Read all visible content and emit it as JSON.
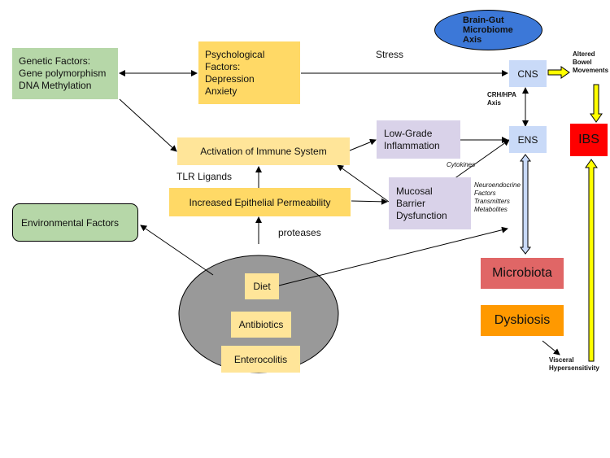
{
  "nodes": {
    "genetic": "Genetic Factors:\nGene polymorphism\nDNA Methylation",
    "psychological": "Psychological\nFactors:\nDepression\nAnxiety",
    "brain_gut": "Brain-Gut\nMicrobiome\nAxis",
    "cns": "CNS",
    "ens": "ENS",
    "ibs": "IBS",
    "immune": "Activation of Immune System",
    "low_grade": "Low-Grade\nInflammation",
    "epithelial": "Increased Epithelial Permeability",
    "mucosal": "Mucosal\nBarrier\nDysfunction",
    "environmental": "Environmental Factors",
    "microbiota": "Microbiota",
    "dysbiosis": "Dysbiosis",
    "diet": "Diet",
    "antibiotics": "Antibiotics",
    "enterocolitis": "Enterocolitis"
  },
  "labels": {
    "stress": "Stress",
    "altered_bowel": "Altered\nBowel\nMovements",
    "crh_hpa": "CRH/HPA\nAxis",
    "cytokines": "Cytokines",
    "neuroendocrine": "Neuroendocrine\nFactors\nTransmitters\nMetabolites",
    "tlr": "TLR Ligands",
    "proteases": "proteases",
    "visceral": "Visceral\nHypersensitivity"
  },
  "colors": {
    "green": "#b6d7a8",
    "yellow": "#ffd966",
    "light_yellow": "#ffe599",
    "lavender": "#d9d2e9",
    "light_blue": "#c9daf8",
    "blue": "#3c78d8",
    "red": "#ff0000",
    "salmon": "#e06666",
    "orange": "#ff9900",
    "gray_circle": "#999999",
    "bright_yellow": "#ffff00"
  }
}
